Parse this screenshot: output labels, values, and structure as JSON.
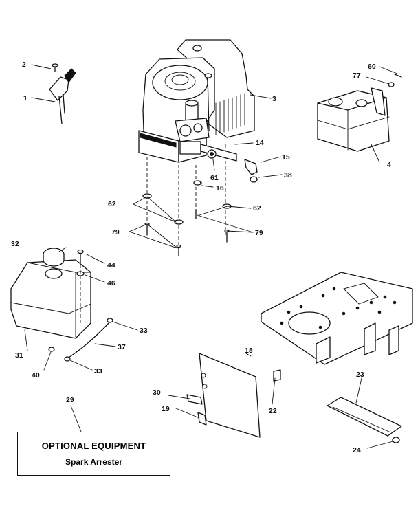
{
  "callouts": {
    "c1": "1",
    "c2": "2",
    "c3": "3",
    "c4": "4",
    "c14": "14",
    "c15": "15",
    "c16": "16",
    "c18": "18",
    "c19": "19",
    "c22": "22",
    "c23": "23",
    "c24": "24",
    "c29": "29",
    "c30": "30",
    "c31": "31",
    "c32": "32",
    "c33a": "33",
    "c33b": "33",
    "c37": "37",
    "c38": "38",
    "c40": "40",
    "c44": "44",
    "c46": "46",
    "c60": "60",
    "c61": "61",
    "c62a": "62",
    "c62b": "62",
    "c77": "77",
    "c79a": "79",
    "c79b": "79"
  },
  "optional_box": {
    "title": "OPTIONAL EQUIPMENT",
    "subtitle": "Spark Arrester"
  },
  "colors": {
    "ink": "#111111",
    "paper": "#ffffff"
  }
}
